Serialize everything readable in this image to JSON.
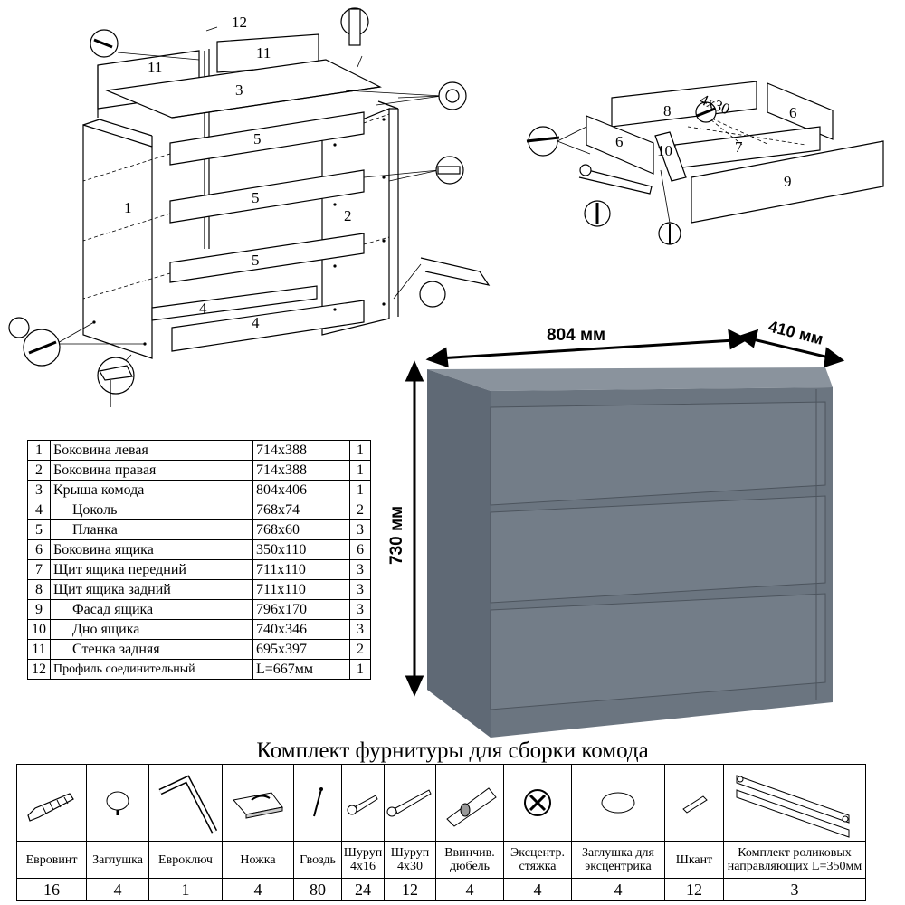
{
  "diagram": {
    "callouts": {
      "p1": "1",
      "p2": "2",
      "p3": "3",
      "p4a": "4",
      "p4b": "4",
      "p5a": "5",
      "p5b": "5",
      "p5c": "5",
      "p6a": "6",
      "p6b": "6",
      "p7": "7",
      "p8": "8",
      "p9": "9",
      "p10": "10",
      "p11a": "11",
      "p11b": "11",
      "p12": "12",
      "screw_size": "4x30"
    },
    "dimensions": {
      "width": "804 мм",
      "depth": "410 мм",
      "height": "730 мм"
    },
    "colors": {
      "body": "#6b7580",
      "front": "#737d88",
      "top": "#8a939d"
    }
  },
  "parts_table": {
    "rows": [
      {
        "num": "1",
        "name": "Боковина левая",
        "size": "714x388",
        "qty": "1"
      },
      {
        "num": "2",
        "name": "Боковина правая",
        "size": "714x388",
        "qty": "1"
      },
      {
        "num": "3",
        "name": "Крыша комода",
        "size": "804x406",
        "qty": "1"
      },
      {
        "num": "4",
        "name": "Цоколь",
        "size": "768x74",
        "qty": "2"
      },
      {
        "num": "5",
        "name": "Планка",
        "size": "768x60",
        "qty": "3"
      },
      {
        "num": "6",
        "name": "Боковина ящика",
        "size": "350x110",
        "qty": "6"
      },
      {
        "num": "7",
        "name": "Щит ящика передний",
        "size": "711x110",
        "qty": "3"
      },
      {
        "num": "8",
        "name": "Щит ящика задний",
        "size": "711x110",
        "qty": "3"
      },
      {
        "num": "9",
        "name": "Фасад ящика",
        "size": "796x170",
        "qty": "3"
      },
      {
        "num": "10",
        "name": "Дно ящика",
        "size": "740x346",
        "qty": "3"
      },
      {
        "num": "11",
        "name": "Стенка задняя",
        "size": "695x397",
        "qty": "2"
      },
      {
        "num": "12",
        "name": "Профиль соединительный",
        "size": "L=667мм",
        "qty": "1"
      }
    ]
  },
  "hardware": {
    "title": "Комплект фурнитуры для сборки комода",
    "items": [
      {
        "icon": "euroscrew-icon",
        "label": "Евровинт",
        "count": "16"
      },
      {
        "icon": "cap-plug-icon",
        "label": "Заглушка",
        "count": "4"
      },
      {
        "icon": "hex-key-icon",
        "label": "Евроключ",
        "count": "1"
      },
      {
        "icon": "furniture-foot-icon",
        "label": "Ножка",
        "count": "4"
      },
      {
        "icon": "nail-icon",
        "label": "Гвоздь",
        "count": "80"
      },
      {
        "icon": "screw-small-icon",
        "label": "Шуруп 4x16",
        "count": "24"
      },
      {
        "icon": "screw-long-icon",
        "label": "Шуруп 4x30",
        "count": "12"
      },
      {
        "icon": "dowel-icon",
        "label": "Ввинчив. дюбель",
        "count": "4"
      },
      {
        "icon": "cam-lock-icon",
        "label": "Эксцентр. стяжка",
        "count": "4"
      },
      {
        "icon": "cam-cap-icon",
        "label": "Заглушка для эксцентрика",
        "count": "4"
      },
      {
        "icon": "wood-dowel-icon",
        "label": "Шкант",
        "count": "12"
      },
      {
        "icon": "drawer-slide-icon",
        "label": "Комплект роликовых направляющих L=350мм",
        "count": "3"
      }
    ]
  }
}
